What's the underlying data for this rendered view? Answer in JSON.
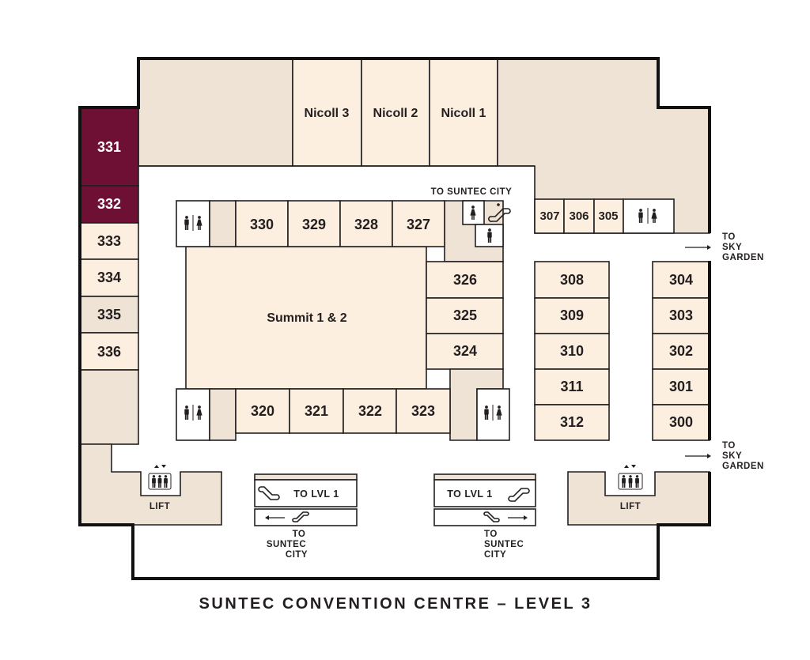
{
  "title": "SUNTEC CONVENTION CENTRE – LEVEL 3",
  "colors": {
    "highlight": "#6d1033",
    "room": "#fdefdf",
    "service": "#efe3d6"
  },
  "rooms": {
    "nicoll3": "Nicoll 3",
    "nicoll2": "Nicoll 2",
    "nicoll1": "Nicoll 1",
    "summit": "Summit 1 & 2",
    "r331": "331",
    "r332": "332",
    "r333": "333",
    "r334": "334",
    "r335": "335",
    "r336": "336",
    "r330": "330",
    "r329": "329",
    "r328": "328",
    "r327": "327",
    "r326": "326",
    "r325": "325",
    "r324": "324",
    "r320": "320",
    "r321": "321",
    "r322": "322",
    "r323": "323",
    "r307": "307",
    "r306": "306",
    "r305": "305",
    "r308": "308",
    "r309": "309",
    "r310": "310",
    "r311": "311",
    "r312": "312",
    "r304": "304",
    "r303": "303",
    "r302": "302",
    "r301": "301",
    "r300": "300"
  },
  "highlighted_rooms": [
    "331",
    "332"
  ],
  "labels": {
    "to_suntec_city": "TO SUNTEC CITY",
    "to": "TO",
    "sky": "SKY",
    "garden": "GARDEN",
    "suntec": "SUNTEC",
    "city": "CITY",
    "to_lvl1": "TO LVL 1",
    "lift": "LIFT"
  },
  "icons": [
    "restroom-icon",
    "male-icon",
    "female-icon",
    "escalator-icon",
    "lift-icon",
    "arrow-icon"
  ]
}
